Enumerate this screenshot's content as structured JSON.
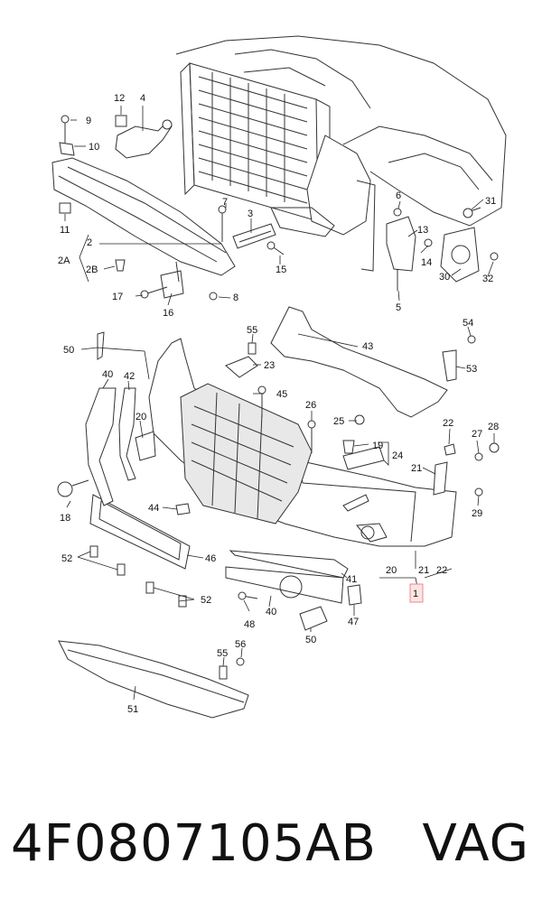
{
  "diagram": {
    "callouts": {
      "c1": "1",
      "c2": "2",
      "c2A": "2A",
      "c2B": "2B",
      "c3": "3",
      "c4": "4",
      "c5": "5",
      "c6": "6",
      "c7": "7",
      "c8": "8",
      "c9": "9",
      "c10": "10",
      "c11": "11",
      "c12": "12",
      "c13": "13",
      "c14": "14",
      "c15": "15",
      "c16": "16",
      "c17": "17",
      "c18": "18",
      "c19": "19",
      "c20a": "20",
      "c20b": "20",
      "c21a": "21",
      "c21b": "21",
      "c22a": "22",
      "c22b": "22",
      "c23": "23",
      "c24": "24",
      "c25": "25",
      "c26": "26",
      "c27": "27",
      "c28": "28",
      "c29": "29",
      "c30": "30",
      "c31": "31",
      "c32": "32",
      "c40a": "40",
      "c40b": "40",
      "c41": "41",
      "c42": "42",
      "c43": "43",
      "c44": "44",
      "c45": "45",
      "c46": "46",
      "c47": "47",
      "c48": "48",
      "c50a": "50",
      "c50b": "50",
      "c51": "51",
      "c52a": "52",
      "c52b": "52",
      "c53": "53",
      "c54": "54",
      "c55a": "55",
      "c55b": "55",
      "c56": "56"
    },
    "highlighted_part": "1"
  },
  "footer": {
    "part_number": "4F0807105AB",
    "brand": "VAG"
  }
}
